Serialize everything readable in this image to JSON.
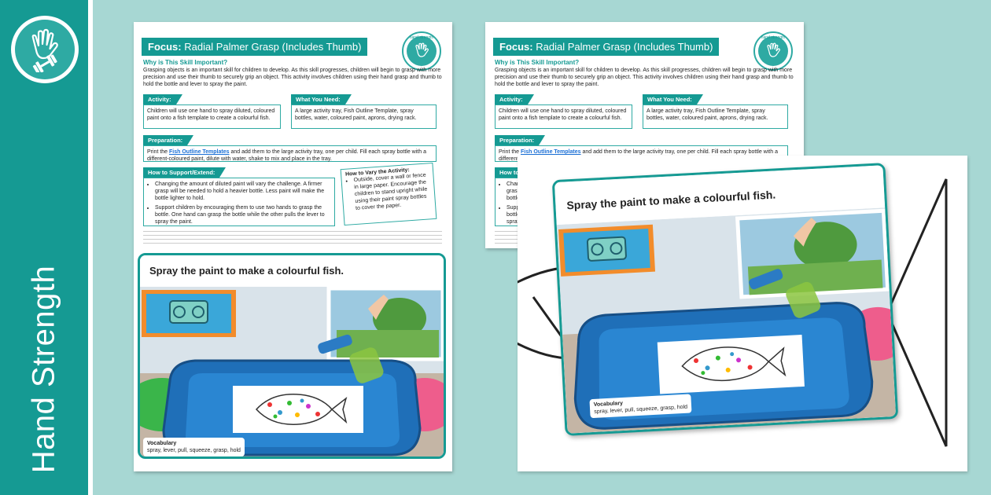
{
  "strip": {
    "title": "Hand Strength",
    "badge_icon": "hand-and-dumbbell-icon"
  },
  "colors": {
    "teal": "#159a93",
    "teal_light": "#2eaaa3",
    "background": "#a7d7d3",
    "link": "#1a6fd6"
  },
  "sheet": {
    "focus_label": "Focus:",
    "focus_title": " Radial Palmer Grasp (Includes Thumb)",
    "stamp_text": "hand strength",
    "why_heading": "Why is This Skill Important?",
    "why_text": "Grasping objects is an important skill for children to develop. As this skill progresses, children will begin to grasp with more precision and use their thumb to securely grip an object. This activity involves children using their hand grasp and thumb to hold the bottle and lever to spray the paint.",
    "activity_tab": "Activity:",
    "activity_text": "Children will use one hand to spray diluted, coloured paint onto a fish template to create a colourful fish.",
    "need_tab": "What You Need:",
    "need_text": "A large activity tray, Fish Outline Template, spray bottles, water, coloured paint, aprons, drying rack.",
    "prep_tab": "Preparation:",
    "prep_before": "Print the ",
    "prep_link": "Fish Outline Templates",
    "prep_after": " and add them to the large activity tray, one per child. Fill each spray bottle with a different-coloured paint, dilute with water, shake to mix and place in the tray.",
    "support_tab": "How to Support/Extend:",
    "support_items": [
      "Changing the amount of diluted paint will vary the challenge. A firmer grasp will be needed to hold a heavier bottle. Less paint will make the bottle lighter to hold.",
      "Support children by encouraging them to use two hands to grasp the bottle. One hand can grasp the bottle while the other pulls the lever to spray the paint."
    ],
    "vary_heading": "How to Vary the Activity:",
    "vary_item": "Outside, cover a wall or fence in large paper. Encourage the children to stand upright while using their paint spray bottles to cover the paper."
  },
  "card": {
    "heading": "Spray the paint to make a colourful fish.",
    "vocab_label": "Vocabulary",
    "vocab_words": "spray, lever, pull, squeeze, grasp, hold"
  }
}
